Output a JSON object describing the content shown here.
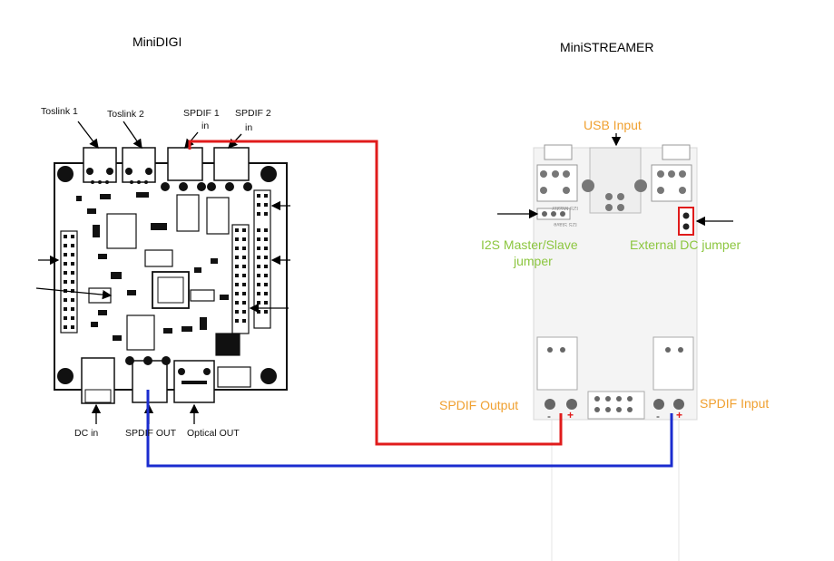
{
  "colors": {
    "wire_red": "#e01b1b",
    "wire_blue": "#1b2ccf",
    "accent_orange": "#f0a030",
    "accent_green": "#8cc63f",
    "pcb_dark": "#111111",
    "pcb_light": "#f4f4f4",
    "jumper_box": "#e01b1b"
  },
  "minidigi": {
    "title": "MiniDIGI",
    "labels": {
      "toslink1": "Toslink 1",
      "toslink2": "Toslink 2",
      "spdif1_line1": "SPDIF 1",
      "spdif1_line2": "in",
      "spdif2_line1": "SPDIF 2",
      "spdif2_line2": "in",
      "dc_in": "DC in",
      "spdif_out": "SPDIF OUT",
      "optical_out": "Optical OUT"
    }
  },
  "ministreamer": {
    "title": "MiniSTREAMER",
    "labels": {
      "usb_input": "USB Input",
      "i2s_line1": "I2S Master/Slave",
      "i2s_line2": "jumper",
      "external_dc": "External DC jumper",
      "spdif_output": "SPDIF Output",
      "spdif_input": "SPDIF Input",
      "i2s_silk_top": "I2S Master",
      "i2s_silk_bottom": "I2S Slave",
      "minus": "-",
      "plus": "+"
    }
  }
}
